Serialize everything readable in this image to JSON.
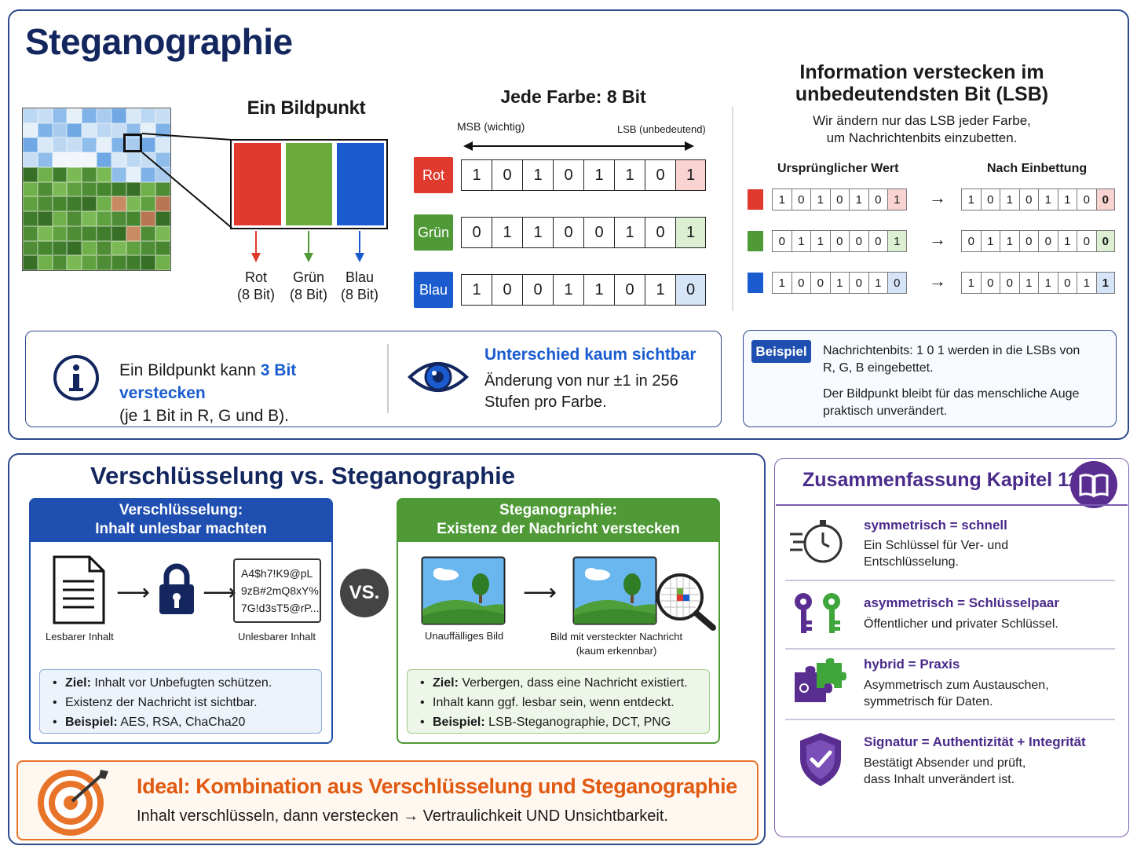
{
  "title": "Steganographie",
  "pixel": {
    "heading": "Ein Bildpunkt",
    "channels": [
      {
        "name": "Rot",
        "bits": "(8 Bit)",
        "color": "#e03a2f"
      },
      {
        "name": "Grün",
        "bits": "(8 Bit)",
        "color": "#6aab3c"
      },
      {
        "name": "Blau",
        "bits": "(8 Bit)",
        "color": "#1a5ccf"
      }
    ]
  },
  "bits": {
    "heading": "Jede Farbe: 8 Bit",
    "msb": "MSB (wichtig)",
    "lsb": "LSB (unbedeutend)",
    "rows": [
      {
        "label": "Rot",
        "color": "#e03a2f",
        "values": [
          "1",
          "0",
          "1",
          "0",
          "1",
          "1",
          "0",
          "1"
        ],
        "lsb_bg": "#f8d3d0"
      },
      {
        "label": "Grün",
        "color": "#4f9a37",
        "values": [
          "0",
          "1",
          "1",
          "0",
          "0",
          "1",
          "0",
          "1"
        ],
        "lsb_bg": "#dcefd3"
      },
      {
        "label": "Blau",
        "color": "#1a5ccf",
        "values": [
          "1",
          "0",
          "0",
          "1",
          "1",
          "0",
          "1",
          "0"
        ],
        "lsb_bg": "#d6e4f8"
      }
    ]
  },
  "lsb": {
    "heading_line1": "Information verstecken im",
    "heading_line2": "unbedeutendsten Bit (LSB)",
    "desc_line1": "Wir ändern nur das LSB jeder Farbe,",
    "desc_line2": "um Nachrichtenbits einzubetten.",
    "col_orig": "Ursprünglicher Wert",
    "col_after": "Nach Einbettung",
    "arrow": "→",
    "rows": [
      {
        "color": "#e03a2f",
        "before": [
          "1",
          "0",
          "1",
          "0",
          "1",
          "0",
          "1"
        ],
        "after": [
          "1",
          "0",
          "1",
          "0",
          "1",
          "1",
          "0",
          "0"
        ],
        "lsb_bg": "#f8d3d0"
      },
      {
        "color": "#4f9a37",
        "before": [
          "0",
          "1",
          "1",
          "0",
          "0",
          "0",
          "1"
        ],
        "after": [
          "0",
          "1",
          "1",
          "0",
          "0",
          "1",
          "0",
          "0"
        ],
        "lsb_bg": "#dcefd3"
      },
      {
        "color": "#1a5ccf",
        "before": [
          "1",
          "0",
          "0",
          "1",
          "0",
          "1",
          "0"
        ],
        "after": [
          "1",
          "0",
          "0",
          "1",
          "1",
          "0",
          "1",
          "1"
        ],
        "lsb_bg": "#d6e4f8"
      }
    ]
  },
  "info": {
    "text_a": "Ein Bildpunkt kann ",
    "text_highlight": "3 Bit verstecken",
    "text_b": "(je 1 Bit in R, G und B).",
    "visible_title": "Unterschied kaum sichtbar",
    "visible_line1": "Änderung von nur ±1 in 256",
    "visible_line2": "Stufen pro Farbe."
  },
  "example": {
    "badge": "Beispiel",
    "line1": "Nachrichtenbits: 1 0 1 werden in die LSBs von",
    "line2": "R, G, B eingebettet.",
    "line3": "Der Bildpunkt bleibt für das menschliche Auge",
    "line4": "praktisch unverändert."
  },
  "compare": {
    "heading": "Verschlüsselung vs. Steganographie",
    "vs": "VS.",
    "enc": {
      "title1": "Verschlüsselung:",
      "title2": "Inhalt unlesbar machten",
      "readable": "Lesbarer Inhalt",
      "unreadable": "Unlesbarer Inhalt",
      "cipher1": "A4$h7!K9@pL",
      "cipher2": "9zB#2mQ8xY%",
      "cipher3": "7G!d3sT5@rP...",
      "bullets": [
        {
          "bold": "Ziel:",
          "text": " Inhalt vor Unbefugten schützen."
        },
        {
          "bold": "",
          "text": "Existenz der Nachricht ist sichtbar."
        },
        {
          "bold": "Beispiel:",
          "text": " AES, RSA, ChaCha20"
        }
      ]
    },
    "steg": {
      "title1": "Steganographie:",
      "title2": "Existenz der Nachricht verstecken",
      "plain": "Unauffälliges Bild",
      "hidden1": "Bild mit versteckter Nachricht",
      "hidden2": "(kaum erkennbar)",
      "bullets": [
        {
          "bold": "Ziel:",
          "text": " Verbergen, dass eine Nachricht existiert."
        },
        {
          "bold": "",
          "text": "Inhalt kann ggf. lesbar sein, wenn entdeckt."
        },
        {
          "bold": "Beispiel:",
          "text": " LSB-Steganographie, DCT, PNG"
        }
      ]
    }
  },
  "ideal": {
    "title": "Ideal: Kombination aus Verschlüsselung und Steganographie",
    "text": "Inhalt verschlüsseln, dann verstecken → Vertraulichkeit UND Unsichtbarkeit."
  },
  "summary": {
    "heading": "Zusammenfassung Kapitel 11",
    "items": [
      {
        "title": "symmetrisch = schnell",
        "line1": "Ein Schlüssel für Ver- und",
        "line2": "Entschlüsselung."
      },
      {
        "title": "asymmetrisch = Schlüsselpaar",
        "line1": "Öffentlicher und privater Schlüssel.",
        "line2": ""
      },
      {
        "title": "hybrid = Praxis",
        "line1": "Asymmetrisch zum Austauschen,",
        "line2": "symmetrisch für Daten."
      },
      {
        "title": "Signatur = Authentizität + Integrität",
        "line1": "Bestätigt Absender und prüft,",
        "line2": "dass Inhalt unverändert ist."
      }
    ]
  }
}
